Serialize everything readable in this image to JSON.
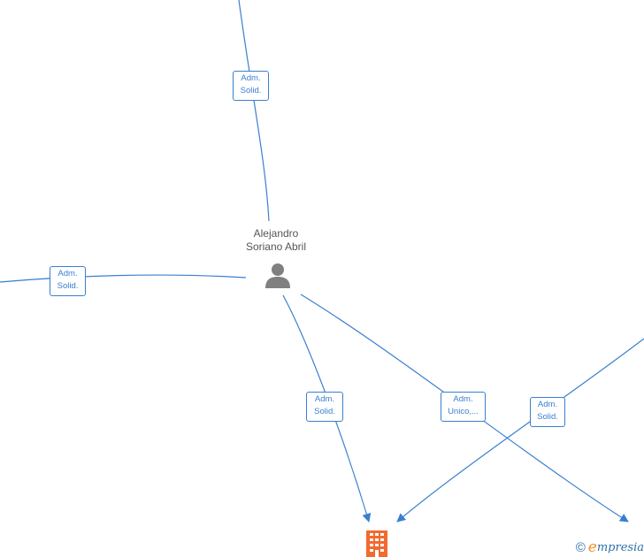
{
  "person": {
    "name_line1": "Alejandro",
    "name_line2": "Soriano Abril"
  },
  "edges": [
    {
      "line1": "Adm.",
      "line2": "Solid."
    },
    {
      "line1": "Adm.",
      "line2": "Solid."
    },
    {
      "line1": "Adm.",
      "line2": "Solid."
    },
    {
      "line1": "Adm.",
      "line2": "Unico,..."
    },
    {
      "line1": "Adm.",
      "line2": "Solid."
    }
  ],
  "watermark": {
    "copyright": "©",
    "brand_initial": "e",
    "brand_rest": "mpresia"
  },
  "colors": {
    "edge": "#3a7fcf",
    "company_icon": "#f26a2e",
    "person_icon": "#808080"
  }
}
